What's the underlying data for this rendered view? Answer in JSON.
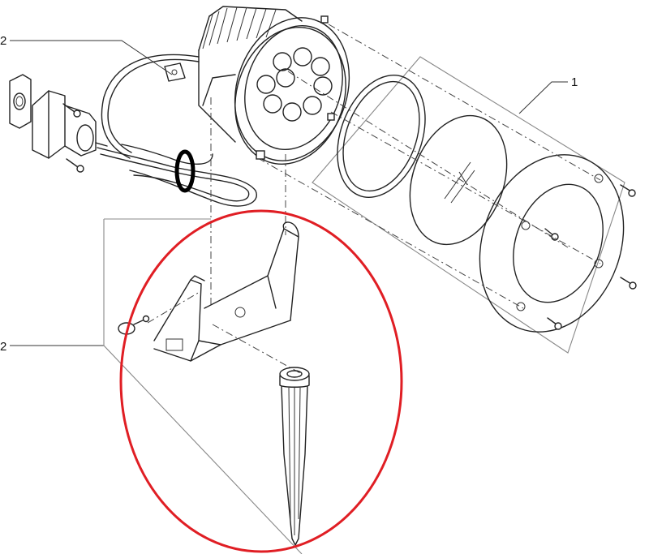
{
  "callouts": {
    "top_left": "2",
    "lens_kit": "1",
    "mid_left": "2"
  },
  "colors": {
    "line": "#222222",
    "highlight_ellipse": "#e01e24",
    "cable_band": "#000000",
    "background": "#ffffff"
  }
}
